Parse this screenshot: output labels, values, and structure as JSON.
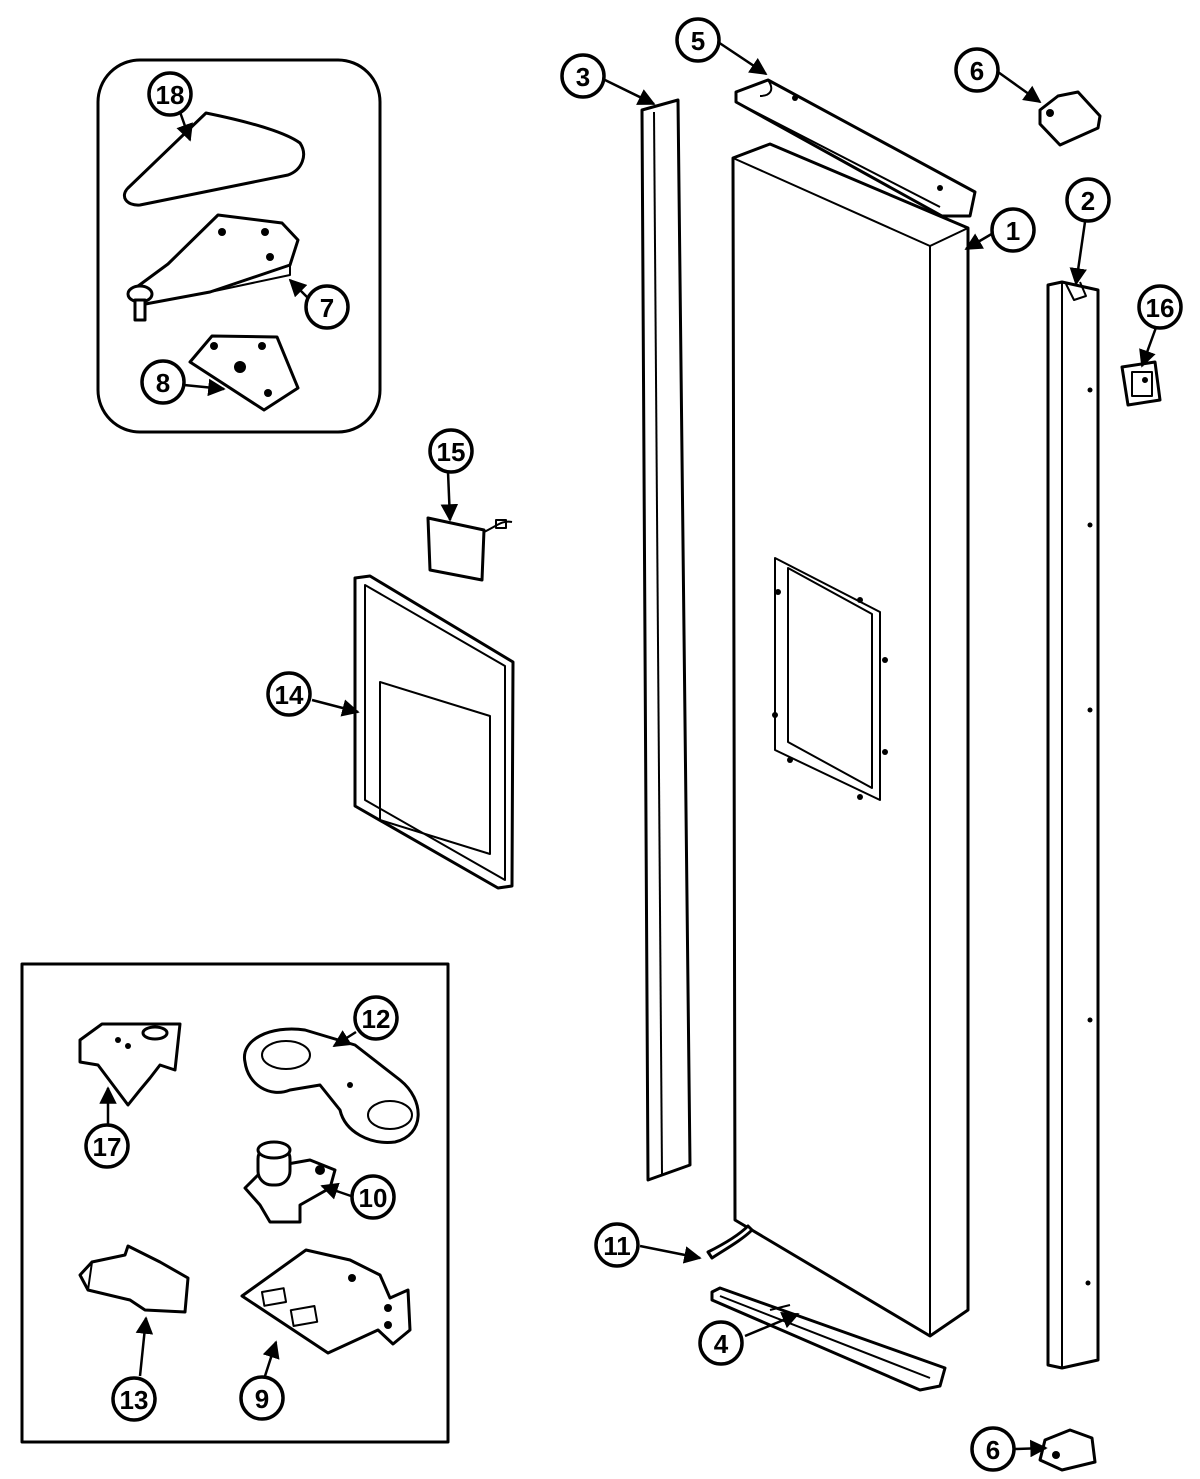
{
  "callouts": {
    "c1": "1",
    "c2": "2",
    "c3": "3",
    "c4": "4",
    "c5": "5",
    "c6_top": "6",
    "c6_bottom": "6",
    "c7": "7",
    "c8": "8",
    "c9": "9",
    "c10": "10",
    "c11": "11",
    "c12": "12",
    "c13": "13",
    "c14": "14",
    "c15": "15",
    "c16": "16",
    "c17": "17",
    "c18": "18"
  }
}
